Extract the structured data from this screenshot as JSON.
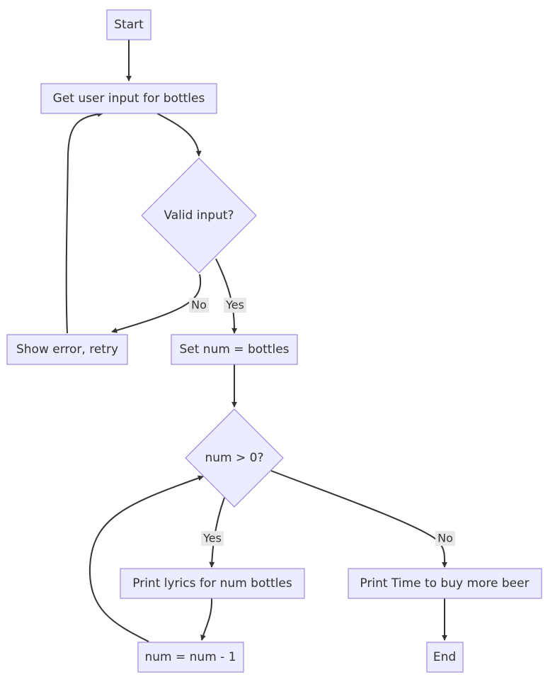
{
  "nodes": {
    "start": "Start",
    "get_input": "Get user input for bottles",
    "valid_input": "Valid input?",
    "show_error": "Show error, retry",
    "set_num": "Set num = bottles",
    "num_gt_zero": "num > 0?",
    "print_lyrics": "Print lyrics for num bottles",
    "print_time": "Print Time to buy more beer",
    "decrement": "num = num - 1",
    "end": "End"
  },
  "edge_labels": {
    "valid_no": "No",
    "valid_yes": "Yes",
    "num_yes": "Yes",
    "num_no": "No"
  },
  "colors": {
    "node_fill": "#ececff",
    "node_stroke": "#9370db",
    "edge": "#333333",
    "label_bg": "#e8e8e8"
  }
}
